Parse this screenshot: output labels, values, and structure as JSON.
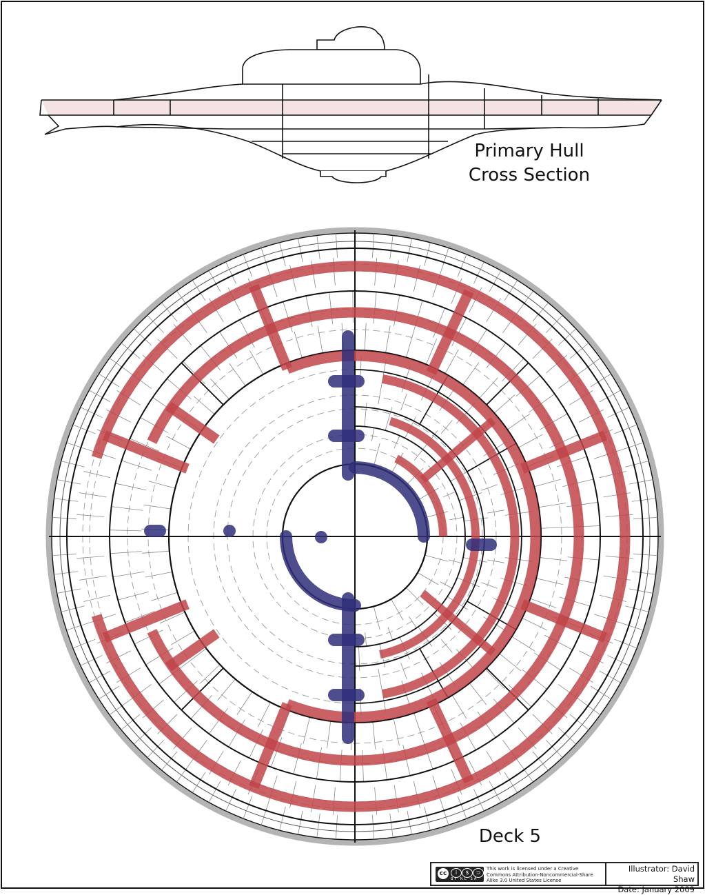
{
  "cross_section": {
    "title_line1": "Primary Hull",
    "title_line2": "Cross Section"
  },
  "deck_plan": {
    "label": "Deck 5"
  },
  "license": {
    "text": "This work is licensed under a Creative Commons Attribution-Noncommercial-Share Alike 3.0 United States License",
    "badge_tags": "BY NC SA"
  },
  "credits": {
    "illustrator": "Illustrator: David Shaw",
    "date": "Date: January 2009"
  },
  "colors": {
    "corridor_red": "#c0454a",
    "turbolift_blue": "#2f2f7a",
    "deck_highlight": "#f4e3e3",
    "line": "#111111"
  }
}
